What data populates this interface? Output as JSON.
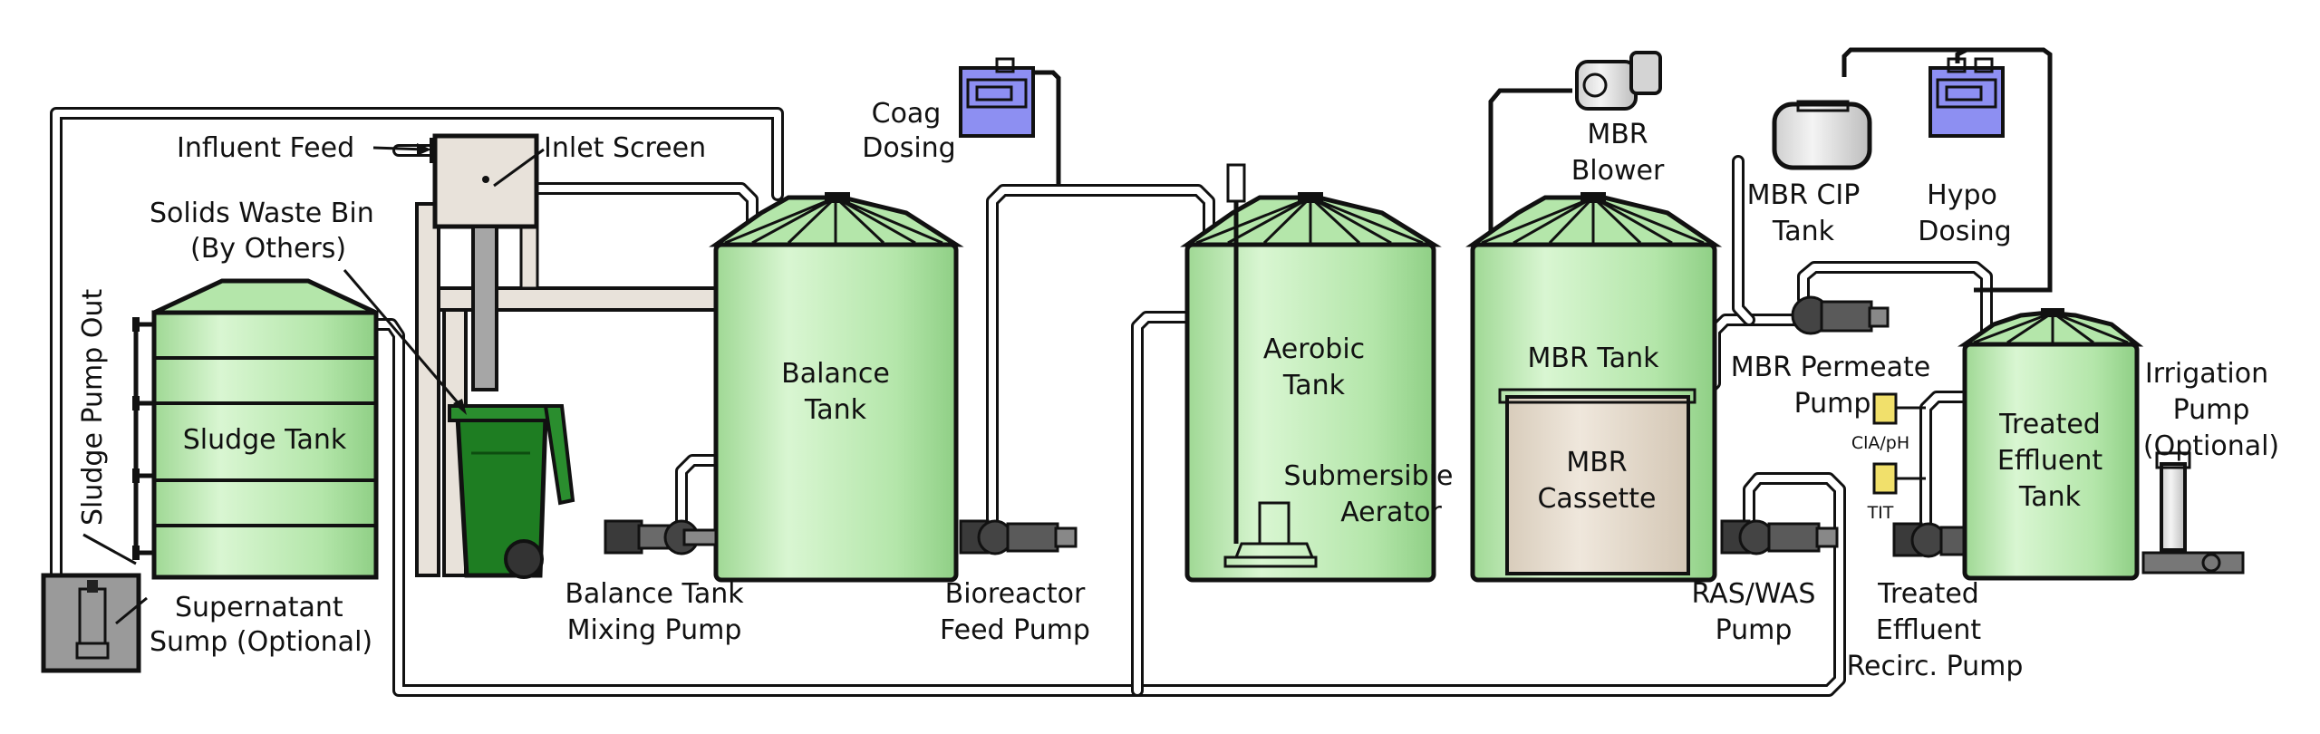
{
  "labels": {
    "influent_feed": "Influent Feed",
    "inlet_screen": "Inlet Screen",
    "solids_bin_line1": "Solids Waste Bin",
    "solids_bin_line2": "(By Others)",
    "sludge_pump_out": "Sludge Pump Out",
    "sludge_tank": "Sludge Tank",
    "supernatant_line1": "Supernatant",
    "supernatant_line2": "Sump (Optional)",
    "coag_line1": "Coag",
    "coag_line2": "Dosing",
    "balance_tank_line1": "Balance",
    "balance_tank_line2": "Tank",
    "balance_pump_line1": "Balance Tank",
    "balance_pump_line2": "Mixing Pump",
    "bioreactor_pump_line1": "Bioreactor",
    "bioreactor_pump_line2": "Feed Pump",
    "aerobic_tank_line1": "Aerobic",
    "aerobic_tank_line2": "Tank",
    "aerator_line1": "Submersible",
    "aerator_line2": "Aerator",
    "mbr_blower_line1": "MBR",
    "mbr_blower_line2": "Blower",
    "mbr_tank": "MBR Tank",
    "mbr_cassette_line1": "MBR",
    "mbr_cassette_line2": "Cassette",
    "mbr_cip_line1": "MBR CIP",
    "mbr_cip_line2": "Tank",
    "hypo_line1": "Hypo",
    "hypo_line2": "Dosing",
    "permeate_line1": "MBR Permeate",
    "permeate_line2": "Pump",
    "cla_ph": "ClA/pH",
    "tit": "TIT",
    "ras_was_line1": "RAS/WAS",
    "ras_was_line2": "Pump",
    "treated_pump_line1": "Treated",
    "treated_pump_line2": "Effluent",
    "treated_pump_line3": "Recirc. Pump",
    "treated_tank_line1": "Treated",
    "treated_tank_line2": "Effluent",
    "treated_tank_line3": "Tank",
    "irrigation_line1": "Irrigation",
    "irrigation_line2": "Pump",
    "irrigation_line3": "(Optional)"
  },
  "colors": {
    "tank_green": "#b6e8ad",
    "tank_green_light": "#d6f5cf",
    "roof_green": "#9ed894",
    "cassette": "#e3d8c8",
    "bin_green": "#1e7d22",
    "dosing_blue": "#8d8ff2",
    "pump_body": "#2a2a2a",
    "screen_box": "#e8e2da",
    "sump": "#9a9a9a"
  }
}
